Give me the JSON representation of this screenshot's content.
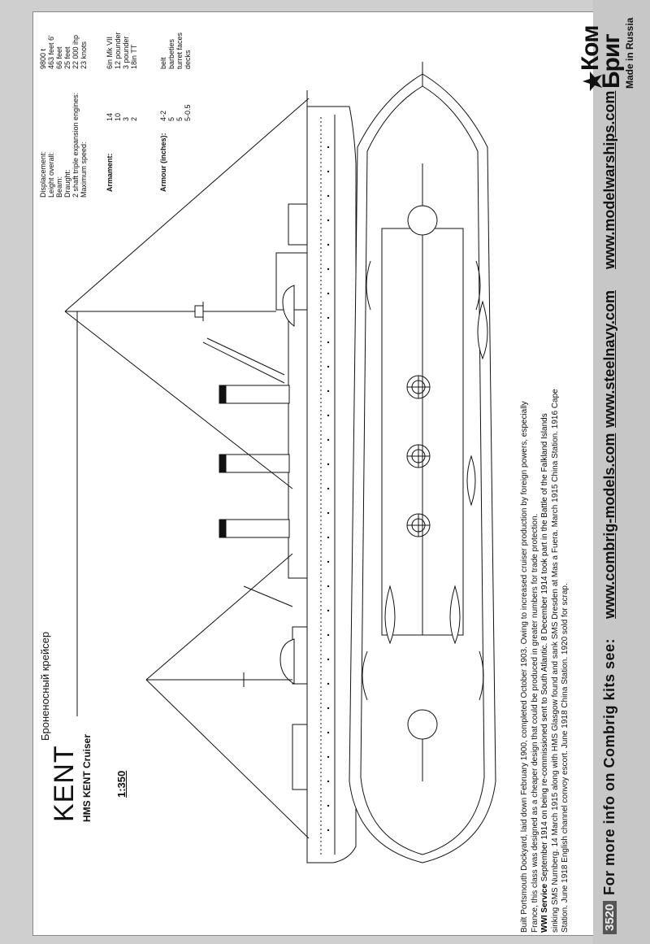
{
  "kit_number": "3520",
  "more_info": "For more info on Combrig kits see:",
  "links": [
    "www.combrig-models.com",
    "www.steelnavy.com",
    "www.modelwarships.com"
  ],
  "logo": {
    "line1": "Ком",
    "line2": "Бриг",
    "made_in": "Made in Russia"
  },
  "title": {
    "russian": "Броненосный крейсер",
    "name": "KENT",
    "subtitle": "HMS KENT Cruiser",
    "scale": "1:350"
  },
  "specs": {
    "rows": [
      {
        "label": "Displacement:",
        "value": "9800 t"
      },
      {
        "label": "Leight overall:",
        "value": "463 feet 6'"
      },
      {
        "label": "Beam:",
        "value": "66 feet"
      },
      {
        "label": "Draught:",
        "value": "25 feet"
      },
      {
        "label": "2 shaft triple expansion engines:",
        "value": "22 000 ihp"
      },
      {
        "label": "Maximum speed:",
        "value": "23 knots"
      }
    ],
    "armament_label": "Armament:",
    "armament": [
      {
        "count": "14",
        "item": "6in Mk VII"
      },
      {
        "count": "10",
        "item": "12 pounder"
      },
      {
        "count": "3",
        "item": "3 pounder"
      },
      {
        "count": "2",
        "item": "18in TT"
      }
    ],
    "armour_label": "Armour (inches):",
    "armour": [
      {
        "count": "4-2",
        "item": "belt"
      },
      {
        "count": "5",
        "item": "barbeties"
      },
      {
        "count": "5",
        "item": "turret faces"
      },
      {
        "count": "5-0.5",
        "item": "decks"
      }
    ]
  },
  "history": {
    "line1": "Built Portsmouth Dockyard, laid down February 1900, completed October 1903. Owing to increased cruiser production by foreign powers, especially",
    "line2": "France, this class was designed as a cheaper design that could be produced in greater numbers for trade protection.",
    "wwi_label": "WWI Service",
    "line3": " September 1914 on being re-commissioned sent to South Atlantic. 8 December 1914 took part in the Battle of the Falkland Islands",
    "line4": "sinking SMS Nurnberg. 14 March 1915 along with HMS Glasgow found and sank SMS Dresden at Mas a Fuera. March 1915 China Station. 1916 Cape",
    "line5": "Station. June 1918 English channel convoy escort. June 1918 China Station. 1920 sold for scrap."
  }
}
